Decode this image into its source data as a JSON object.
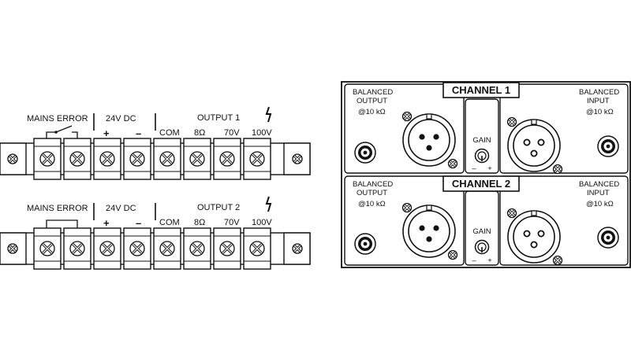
{
  "strips": [
    {
      "mains_error": "MAINS ERROR",
      "dc_label": "24V DC",
      "plus": "+",
      "minus": "–",
      "com": "COM",
      "output_label": "OUTPUT 1",
      "ohm": "8Ω",
      "v70": "70V",
      "v100": "100V"
    },
    {
      "mains_error": "MAINS ERROR",
      "dc_label": "24V DC",
      "plus": "+",
      "minus": "–",
      "com": "COM",
      "output_label": "OUTPUT 2",
      "ohm": "8Ω",
      "v70": "70V",
      "v100": "100V"
    }
  ],
  "channels": [
    {
      "title": "CHANNEL 1",
      "out_line1": "BALANCED",
      "out_line2": "OUTPUT",
      "out_imp": "@10 kΩ",
      "in_line1": "BALANCED",
      "in_line2": "INPUT",
      "in_imp": "@10 kΩ",
      "gain": "GAIN",
      "gain_minus": "–",
      "gain_plus": "+"
    },
    {
      "title": "CHANNEL 2",
      "out_line1": "BALANCED",
      "out_line2": "OUTPUT",
      "out_imp": "@10 kΩ",
      "in_line1": "BALANCED",
      "in_line2": "INPUT",
      "in_imp": "@10 kΩ",
      "gain": "GAIN",
      "gain_minus": "–",
      "gain_plus": "+"
    }
  ],
  "icons": {
    "terminal": "terminal-screw-icon",
    "mount": "mounting-screw-icon",
    "xlr_male": "xlr-male-connector-icon",
    "xlr_female": "xlr-female-connector-icon",
    "rca": "rca-jack-icon",
    "knob": "gain-knob-icon",
    "hazard": "high-voltage-icon"
  }
}
